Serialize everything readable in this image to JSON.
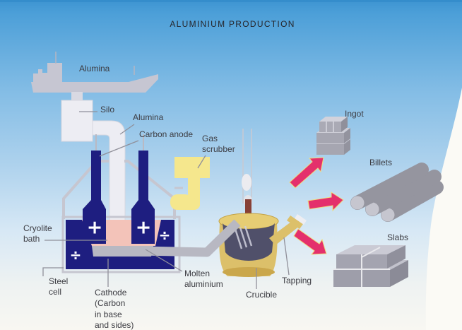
{
  "title": "ALUMINIUM PRODUCTION",
  "labels": {
    "alumina_ship": "Alumina",
    "silo": "Silo",
    "alumina_feed": "Alumina",
    "carbon_anode": "Carbon anode",
    "gas_scrubber": "Gas\nscrubber",
    "ingot": "Ingot",
    "billets": "Billets",
    "slabs": "Slabs",
    "cryolite_bath": "Cryolite\nbath",
    "steel_cell": "Steel\ncell",
    "cathode": "Cathode\n(Carbon\nin base\nand sides)",
    "molten_aluminium": "Molten\naluminium",
    "crucible": "Crucible",
    "tapping": "Tapping"
  },
  "symbols": {
    "anode": "+",
    "cathode": "÷"
  },
  "colors": {
    "sky_top": "#3d94d1",
    "navy_cell": "#1e1e80",
    "cryolite_pink": "#f3c3b9",
    "molten_gray": "#b8b8c2",
    "scrubber_yellow": "#f5e78d",
    "crucible_tan": "#dcc06a",
    "arrow_pink": "#e4306c",
    "metal_gray": "#a6a6b1",
    "ship_gray": "#c6c6d2"
  }
}
